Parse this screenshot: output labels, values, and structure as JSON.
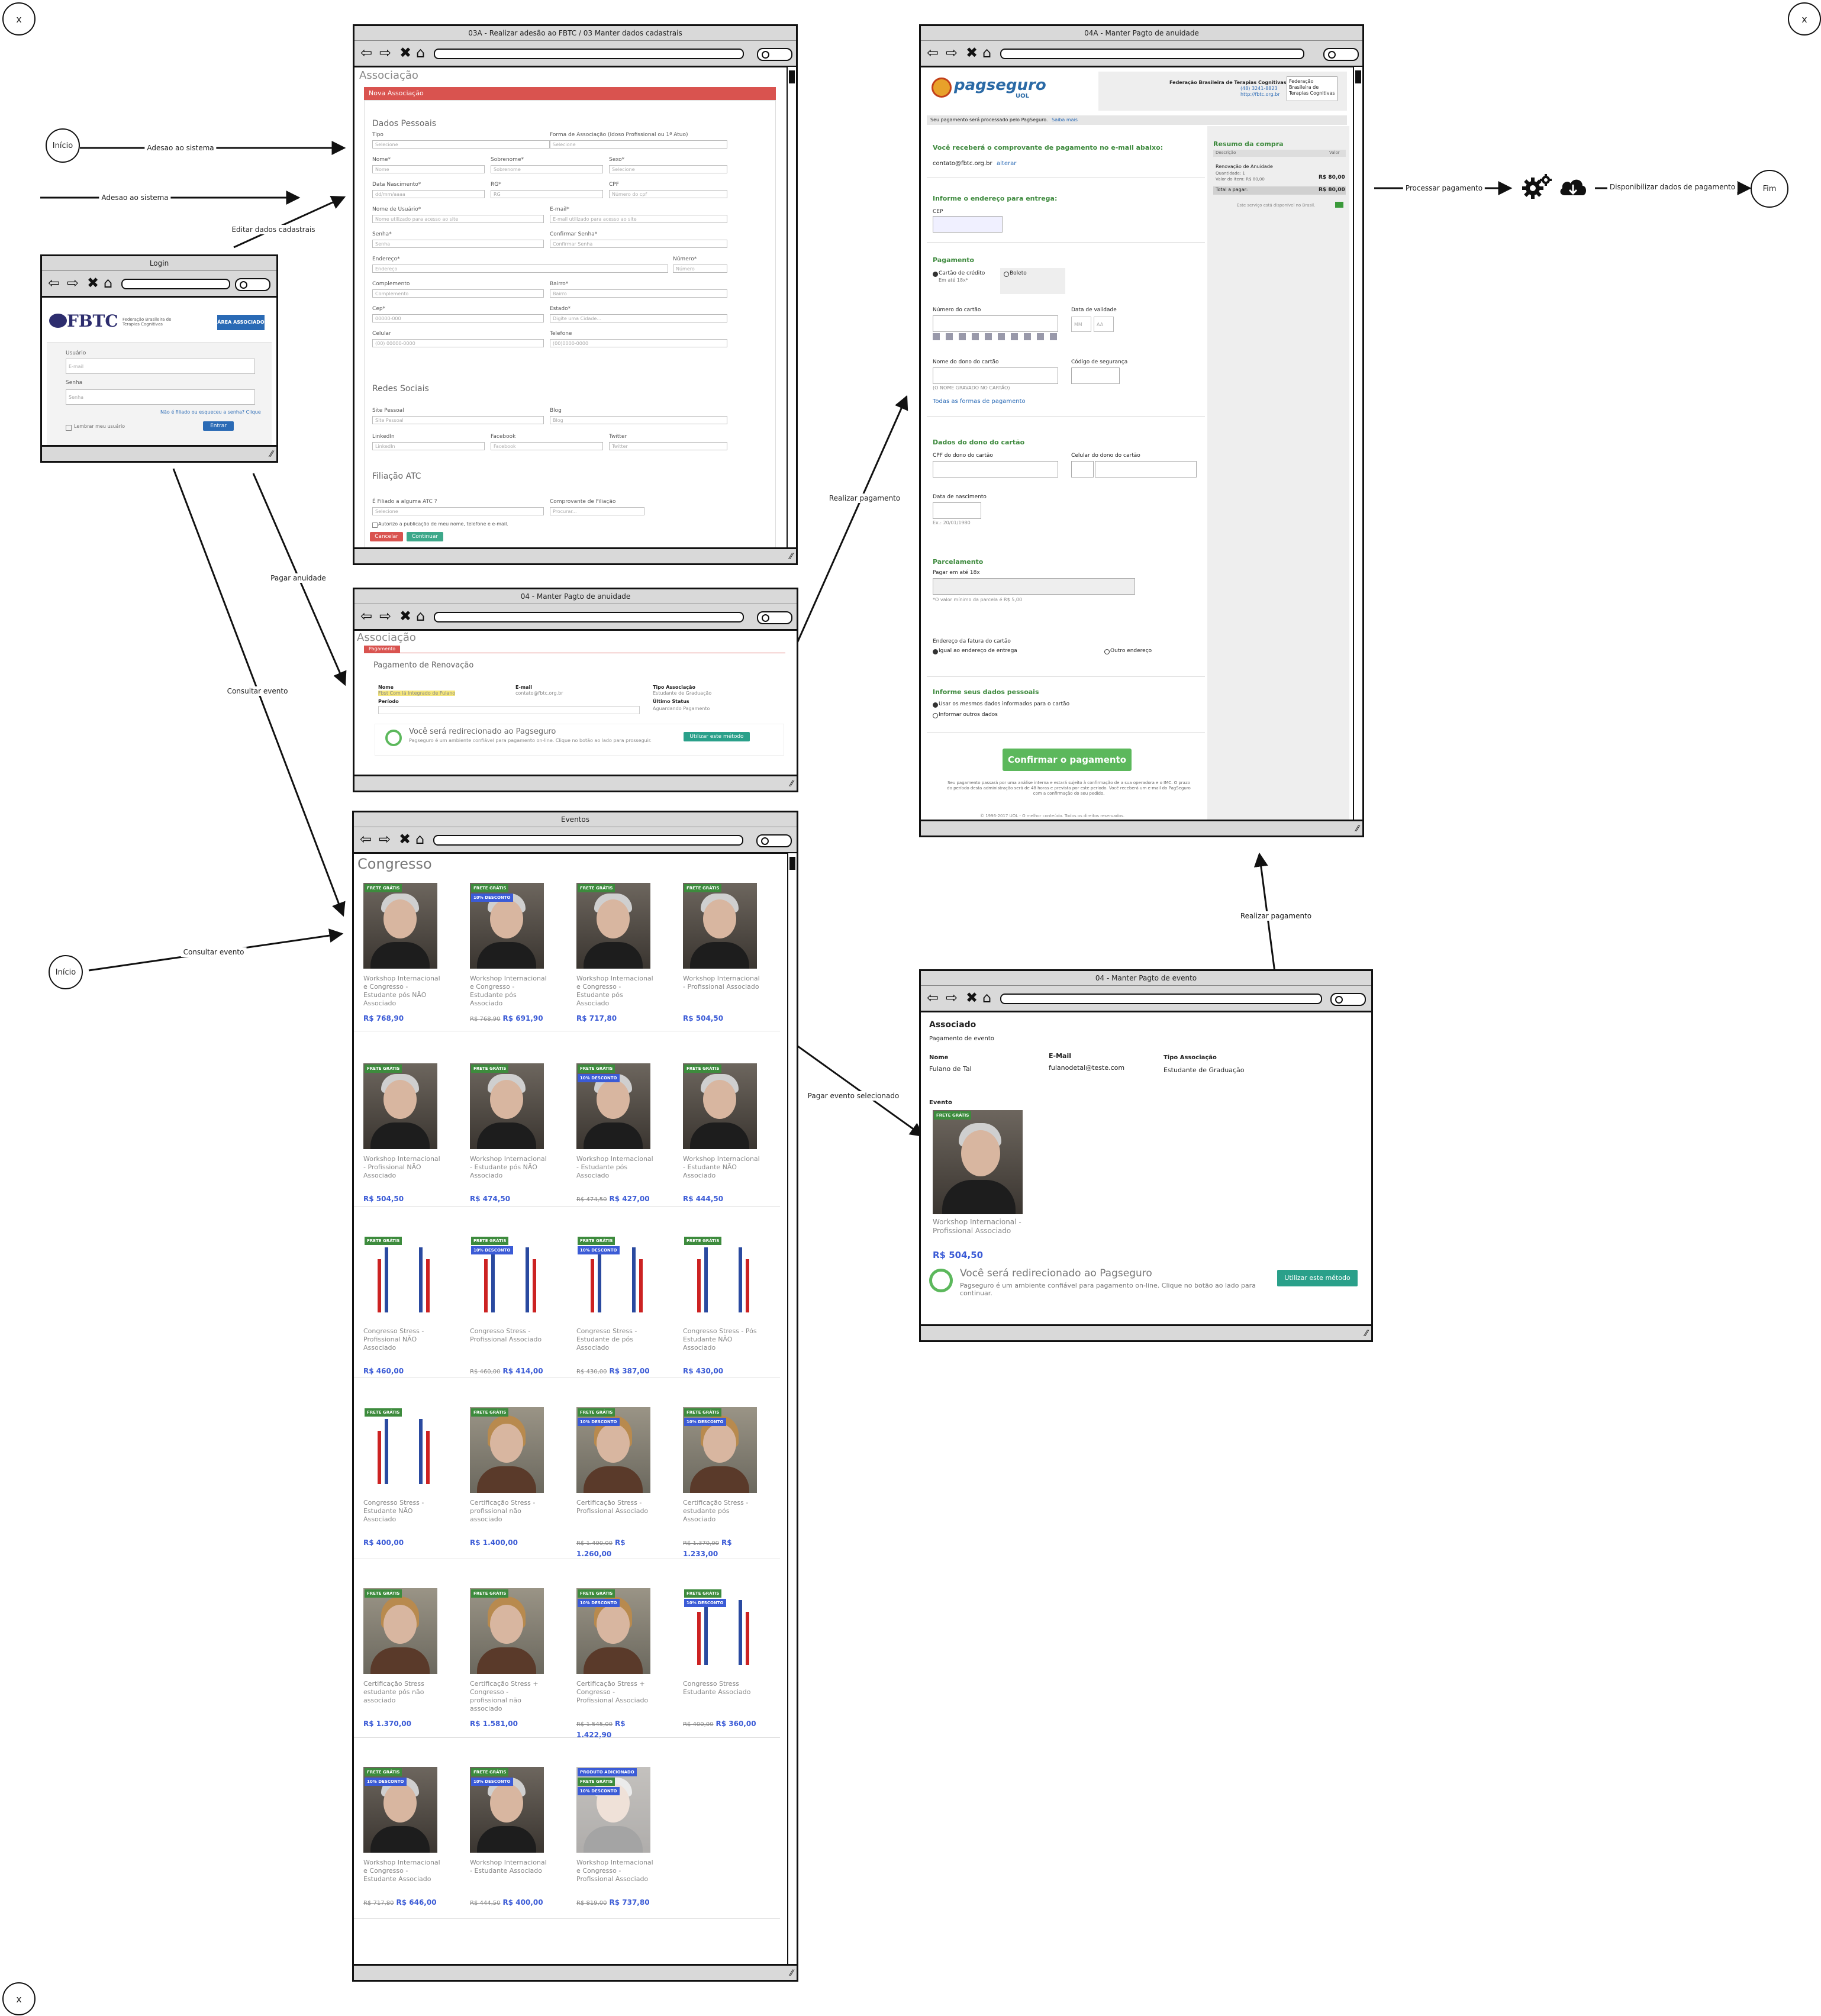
{
  "corners": {
    "mark": "x"
  },
  "flow": {
    "start_top": "Início",
    "start_bottom": "Início",
    "end": "Fim",
    "edge_adesao_1": "Adesao ao sistema",
    "edge_adesao_2": "Adesao ao sistema",
    "edge_editar": "Editar dados cadastrais",
    "edge_pagar_anuidade": "Pagar anuidade",
    "edge_consultar_1": "Consultar evento",
    "edge_consultar_2": "Consultar evento",
    "edge_realizar_1": "Realizar pagamento",
    "edge_realizar_2": "Realizar pagamento",
    "edge_pagar_evento": "Pagar evento selecionado",
    "edge_processar": "Processar pagamento",
    "edge_disponibilizar": "Disponibilizar dados de pagamento",
    "icons": [
      "gears-icon",
      "cloud-download-icon"
    ]
  },
  "login": {
    "title": "Login",
    "logo": "FBTC",
    "logo_sub": "Federação Brasileira de Terapias Cognitivas",
    "area_button": "ÁREA ASSOCIADO",
    "user_label": "Usuário",
    "user_placeholder": "E-mail",
    "pass_label": "Senha",
    "pass_placeholder": "Senha",
    "forgot": "Não é filiado ou esqueceu a senha? Clique",
    "remember": "Lembrar meu usuário",
    "submit": "Entrar"
  },
  "adesao": {
    "title": "03A - Realizar adesão ao FBTC / 03 Manter dados cadastrais",
    "heading": "Associação",
    "banner": "Nova Associação",
    "sec_pessoais": "Dados Pessoais",
    "sec_redes": "Redes Sociais",
    "sec_filiacao": "Filiação ATC",
    "fields": [
      {
        "label": "Tipo",
        "ph": "Selecione"
      },
      {
        "label": "Forma de Associação (Idoso Profissional ou 1ª Atuo)",
        "ph": "Selecione"
      },
      {
        "label": "Nome*",
        "ph": "Nome"
      },
      {
        "label": "Sobrenome*",
        "ph": "Sobrenome"
      },
      {
        "label": "Sexo*",
        "ph": "Selecione"
      },
      {
        "label": "Data Nascimento*",
        "ph": "dd/mm/aaaa"
      },
      {
        "label": "RG*",
        "ph": "RG"
      },
      {
        "label": "CPF",
        "ph": "Número do cpf"
      },
      {
        "label": "Nome de Usuário*",
        "ph": "Nome utilizado para acesso ao site"
      },
      {
        "label": "E-mail*",
        "ph": "E-mail utilizado para acesso ao site"
      },
      {
        "label": "Senha*",
        "ph": "Senha"
      },
      {
        "label": "Confirmar Senha*",
        "ph": "Confirmar Senha"
      },
      {
        "label": "Endereço*",
        "ph": "Endereço"
      },
      {
        "label": "Número*",
        "ph": "Número"
      },
      {
        "label": "Complemento",
        "ph": "Complemento"
      },
      {
        "label": "Bairro*",
        "ph": "Bairro"
      },
      {
        "label": "Cep*",
        "ph": "00000-000"
      },
      {
        "label": "Estado*",
        "ph": "Digite uma Cidade..."
      },
      {
        "label": "Celular",
        "ph": "(00) 00000-0000"
      },
      {
        "label": "Telefone",
        "ph": "(00)0000-0000"
      },
      {
        "label": "Site Pessoal",
        "ph": "Site Pessoal"
      },
      {
        "label": "Blog",
        "ph": "Blog"
      },
      {
        "label": "LinkedIn",
        "ph": "LinkedIn"
      },
      {
        "label": "Facebook",
        "ph": "Facebook"
      },
      {
        "label": "Twitter",
        "ph": "Twitter"
      },
      {
        "label": "É Filiado a alguma ATC ?",
        "ph": "Selecione"
      },
      {
        "label": "Comprovante de Filiação",
        "ph": "Procurar..."
      }
    ],
    "consent": "Autorizo a publicação de meu nome, telefone e e-mail.",
    "cancel": "Cancelar",
    "continue": "Continuar"
  },
  "anuidade": {
    "title": "04 - Manter Pagto de anuidade",
    "heading": "Associação",
    "tab": "Pagamento",
    "sub": "Pagamento de Renovação",
    "cols": [
      "Nome",
      "E-mail",
      "Tipo Associação"
    ],
    "vals": [
      "Fbst Com lá Integrado de Fulano",
      "contato@fbtc.org.br",
      "Estudante de Graduação"
    ],
    "periodo": "Período",
    "ultimo": "Último Status",
    "ultimo_val": "Aguardando Pagamento",
    "redirect": "Você será redirecionado ao Pagseguro",
    "redirect_sub": "Pagseguro é um ambiente confiável para pagamento on-line. Clique no botão ao lado para prosseguir.",
    "button": "Utilizar este método"
  },
  "eventos": {
    "title": "Eventos",
    "heading": "Congresso",
    "products": [
      {
        "img": "man",
        "badges": [
          "FRETE GRÁTIS"
        ],
        "name": "Workshop Internacional e Congresso - Estudante pós NÃO Associado",
        "old": "",
        "price": "R$ 768,90"
      },
      {
        "img": "man",
        "badges": [
          "FRETE GRÁTIS",
          "10% DESCONTO"
        ],
        "name": "Workshop Internacional e Congresso - Estudante pós Associado",
        "old": "R$ 768,90",
        "price": "R$ 691,90"
      },
      {
        "img": "man",
        "badges": [
          "FRETE GRÁTIS"
        ],
        "name": "Workshop Internacional e Congresso - Estudante pós Associado",
        "old": "",
        "price": "R$ 717,80"
      },
      {
        "img": "man",
        "badges": [
          "FRETE GRÁTIS"
        ],
        "name": "Workshop Internacional - Profissional Associado",
        "old": "",
        "price": "R$ 504,50"
      },
      {
        "img": "man",
        "badges": [
          "FRETE GRÁTIS"
        ],
        "name": "Workshop Internacional - Profissional NÃO Associado",
        "old": "",
        "price": "R$ 504,50"
      },
      {
        "img": "man",
        "badges": [
          "FRETE GRÁTIS"
        ],
        "name": "Workshop Internacional - Estudante pós NÃO Associado",
        "old": "",
        "price": "R$ 474,50"
      },
      {
        "img": "man",
        "badges": [
          "FRETE GRÁTIS",
          "10% DESCONTO"
        ],
        "name": "Workshop Internacional - Estudante pós Associado",
        "old": "R$ 474,50",
        "price": "R$ 427,00"
      },
      {
        "img": "man",
        "badges": [
          "FRETE GRÁTIS"
        ],
        "name": "Workshop Internacional - Estudante NÃO Associado",
        "old": "",
        "price": "R$ 444,50"
      },
      {
        "img": "logo",
        "badges": [
          "FRETE GRÁTIS"
        ],
        "name": "Congresso Stress - Profissional NÃO Associado",
        "old": "",
        "price": "R$ 460,00"
      },
      {
        "img": "logo",
        "badges": [
          "FRETE GRÁTIS",
          "10% DESCONTO"
        ],
        "name": "Congresso Stress - Profissional Associado",
        "old": "R$ 460,00",
        "price": "R$ 414,00"
      },
      {
        "img": "logo",
        "badges": [
          "FRETE GRÁTIS",
          "10% DESCONTO"
        ],
        "name": "Congresso Stress - Estudante de pós Associado",
        "old": "R$ 430,00",
        "price": "R$ 387,00"
      },
      {
        "img": "logo",
        "badges": [
          "FRETE GRÁTIS"
        ],
        "name": "Congresso Stress - Pós Estudante NÃO Associado",
        "old": "",
        "price": "R$ 430,00"
      },
      {
        "img": "logo",
        "badges": [
          "FRETE GRÁTIS"
        ],
        "name": "Congresso Stress - Estudante NÃO Associado",
        "old": "",
        "price": "R$ 400,00"
      },
      {
        "img": "woman",
        "badges": [
          "FRETE GRÁTIS"
        ],
        "name": "Certificação Stress - profissional não associado",
        "old": "",
        "price": "R$ 1.400,00"
      },
      {
        "img": "woman",
        "badges": [
          "FRETE GRÁTIS",
          "10% DESCONTO"
        ],
        "name": "Certificação Stress - Profissional Associado",
        "old": "R$ 1.400,00",
        "price": "R$ 1.260,00"
      },
      {
        "img": "woman",
        "badges": [
          "FRETE GRÁTIS",
          "10% DESCONTO"
        ],
        "name": "Certificação Stress - estudante pós Associado",
        "old": "R$ 1.370,00",
        "price": "R$ 1.233,00"
      },
      {
        "img": "woman",
        "badges": [
          "FRETE GRÁTIS"
        ],
        "name": "Certificação Stress estudante pós não associado",
        "old": "",
        "price": "R$ 1.370,00"
      },
      {
        "img": "woman",
        "badges": [
          "FRETE GRÁTIS"
        ],
        "name": "Certificação Stress + Congresso - profissional não associado",
        "old": "",
        "price": "R$ 1.581,00"
      },
      {
        "img": "woman",
        "badges": [
          "FRETE GRÁTIS",
          "10% DESCONTO"
        ],
        "name": "Certificação Stress + Congresso - Profissional Associado",
        "old": "R$ 1.545,00",
        "price": "R$ 1.422,90"
      },
      {
        "img": "logo",
        "badges": [
          "FRETE GRÁTIS",
          "10% DESCONTO"
        ],
        "name": "Congresso Stress Estudante Associado",
        "old": "R$ 400,00",
        "price": "R$ 360,00"
      },
      {
        "img": "man",
        "badges": [
          "FRETE GRÁTIS",
          "10% DESCONTO"
        ],
        "name": "Workshop Internacional e Congresso - Estudante Associado",
        "old": "R$ 717,80",
        "price": "R$ 646,00"
      },
      {
        "img": "man",
        "badges": [
          "FRETE GRÁTIS",
          "10% DESCONTO"
        ],
        "name": "Workshop Internacional - Estudante Associado",
        "old": "R$ 444,50",
        "price": "R$ 400,00"
      },
      {
        "img": "man-faded",
        "badges": [
          "PRODUTO ADICIONADO",
          "FRETE GRÁTIS",
          "10% DESCONTO"
        ],
        "name": "Workshop Internacional e Congresso - Profissional Associado",
        "old": "R$ 819,00",
        "price": "R$ 737,80"
      }
    ]
  },
  "pagseguro": {
    "title": "04A - Manter Pagto de anuidade",
    "logo": "pagseguro",
    "logo_sub": "UOL",
    "org": "Federação Brasileira de Terapias Cognitivas",
    "org_phone": "(48) 3241-8823",
    "org_site": "http://fbtc.org.br",
    "org_box": "Federação Brasileira de Terapias Cognitivas",
    "info_bar": "Seu pagamento será processado pelo PagSeguro.",
    "info_link": "Saiba mais",
    "receipt_h": "Você receberá o comprovante de pagamento no e-mail abaixo:",
    "receipt_email": "contato@fbtc.org.br",
    "receipt_change": "alterar",
    "address_h": "Informe o endereço para entrega:",
    "cep": "CEP",
    "payment_h": "Pagamento",
    "opt_card": "Cartão de crédito",
    "opt_card_sub": "Em até 18x*",
    "opt_boleto": "Boleto",
    "card_number": "Número do cartão",
    "validity": "Data de validade",
    "mm": "MM",
    "aa": "AA",
    "holder_name": "Nome do dono do cartão",
    "security": "Código de segurança",
    "holder_hint": "(O NOME GRAVADO NO CARTÃO)",
    "all_methods": "Todas as formas de pagamento",
    "owner_h": "Dados do dono do cartão",
    "cpf": "CPF do dono do cartão",
    "phone": "Celular do dono do cartão",
    "birth": "Data de nascimento",
    "birth_ph": "Ex.: 20/01/1980",
    "install_h": "Parcelamento",
    "install_l": "Pagar em até 18x",
    "install_note": "*O valor mínimo da parcela é R$ 5,00",
    "bill_h": "Endereço da fatura do cartão",
    "bill_same": "Igual ao endereço de entrega",
    "bill_other": "Outro endereço",
    "personal_h": "Informe seus dados pessoais",
    "personal_same": "Usar os mesmos dados informados para o cartão",
    "personal_other": "Informar outros dados",
    "confirm": "Confirmar o pagamento",
    "legal": "Seu pagamento passará por uma análise interna e estará sujeito à confirmação de a sua operadora e o IMC. O prazo do período desta administração será de 48 horas e prevista por este período. Você receberá um e-mail do PagSeguro com a confirmação do seu pedido.",
    "footer": "© 1996-2017 UOL - O melhor conteúdo. Todos os direitos reservados.",
    "summary_h": "Resumo da compra",
    "summary_col1": "Descrição",
    "summary_col2": "Valor",
    "summary_item": "Renovação de Anuidade",
    "summary_qty": "Quantidade: 1",
    "summary_unit": "Valor do item: R$ 80,00",
    "summary_price": "R$ 80,00",
    "total_l": "Total a pagar:",
    "total_v": "R$ 80,00",
    "note": "Este serviço está disponível no Brasil."
  },
  "evento_pg": {
    "title": "04 - Manter Pagto de evento",
    "heading": "Associado",
    "sub": "Pagamento de evento",
    "cols": [
      "Nome",
      "E-Mail",
      "Tipo Associação"
    ],
    "vals": [
      "Fulano de Tal",
      "fulanodetal@teste.com",
      "Estudante de Graduação"
    ],
    "evento_l": "Evento",
    "badge": "FRETE GRÁTIS",
    "event_name": "Workshop Internacional - Profissional Associado",
    "event_price": "R$ 504,50",
    "redirect": "Você será redirecionado ao Pagseguro",
    "redirect_sub": "Pagseguro é um ambiente confiável para pagamento on-line. Clique no botão ao lado para continuar.",
    "button": "Utilizar este método"
  },
  "colors": {
    "accent_red": "#d9534f",
    "brand_blue": "#2a6ab5",
    "pag_green": "#5cb85c",
    "price_blue": "#3b5bd6"
  }
}
